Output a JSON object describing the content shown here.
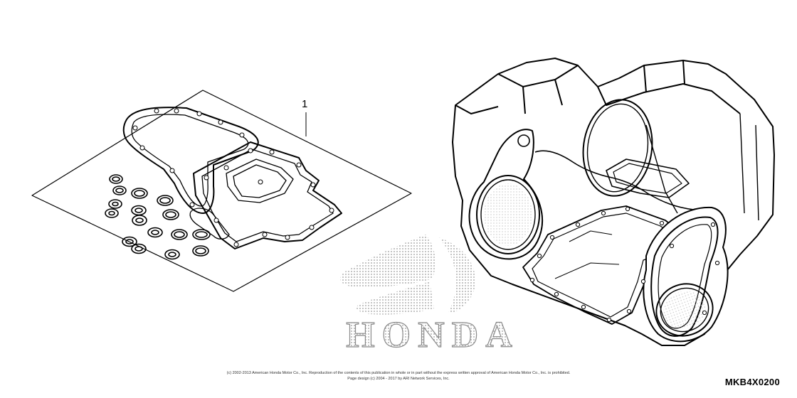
{
  "diagram": {
    "callout_label": "1",
    "watermark_text": "HONDA",
    "copyright_line_1": "(c) 2002-2013 American Honda Motor Co., Inc. Reproduction of the contents of this publication in whole or in part without the express written approval of American Honda Motor Co., Inc. is prohibited.",
    "copyright_line_2": "Page design (c) 2004 - 2017 by ARI Network Services, Inc.",
    "diagram_code": "MKB4X0200"
  }
}
